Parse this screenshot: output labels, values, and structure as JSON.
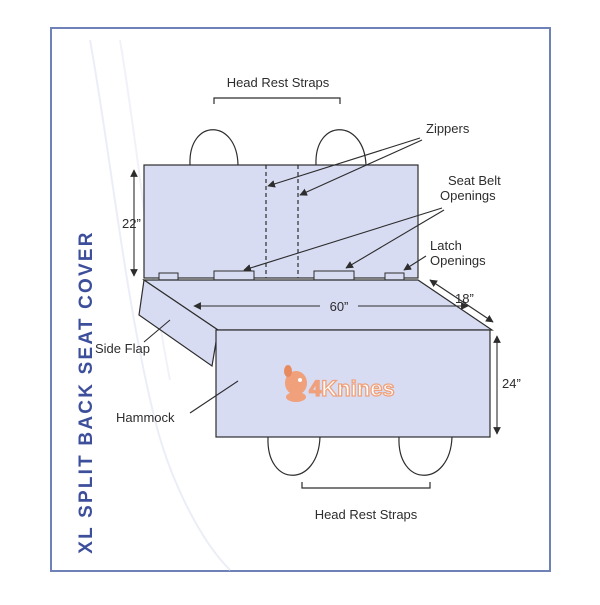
{
  "title": "XL SPLIT BACK SEAT COVER",
  "brand": {
    "prefix": "4",
    "name": "Knines"
  },
  "labels": {
    "head_rest_straps_top": "Head Rest Straps",
    "zippers": "Zippers",
    "seat_belt_line1": "Seat Belt",
    "seat_belt_line2": "Openings",
    "latch_line1": "Latch",
    "latch_line2": "Openings",
    "side_flap": "Side Flap",
    "hammock": "Hammock",
    "head_rest_straps_bottom": "Head Rest Straps"
  },
  "dimensions": {
    "back_height": "22”",
    "width": "60”",
    "seat_depth": "18”",
    "hammock_height": "24”"
  },
  "colors": {
    "frame": "#6e82b8",
    "fill": "#d7dcf3",
    "line": "#2d2d2d",
    "title": "#3d4f9a",
    "brand_orange": "#f0a07a"
  },
  "icons": {
    "brand_logo": "dog-logo-icon"
  }
}
